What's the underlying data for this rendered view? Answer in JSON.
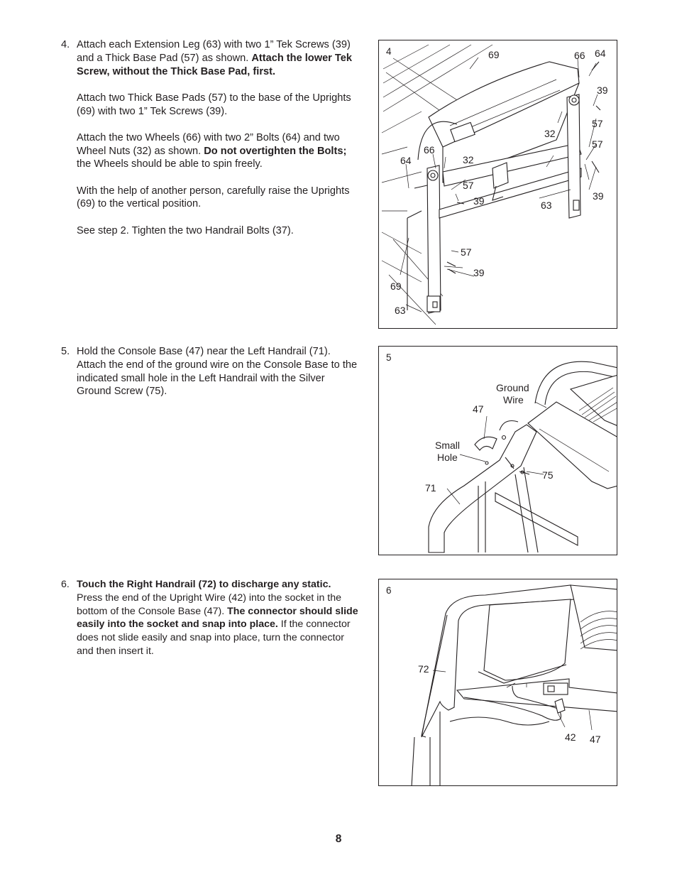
{
  "steps": [
    {
      "number": "4.",
      "paragraphs": [
        [
          {
            "text": "Attach each Extension Leg (63) with two 1” Tek Screws (39) and a Thick Base Pad (57) as shown. ",
            "bold": false
          },
          {
            "text": "Attach the lower Tek Screw, without the Thick Base Pad, first.",
            "bold": true
          }
        ],
        [
          {
            "text": "Attach two Thick Base Pads (57) to the base of the Uprights (69) with two 1” Tek Screws (39).",
            "bold": false
          }
        ],
        [
          {
            "text": "Attach the two Wheels (66) with two 2” Bolts (64) and two Wheel Nuts (32) as shown. ",
            "bold": false
          },
          {
            "text": "Do not overtighten the Bolts;",
            "bold": true
          },
          {
            "text": " the Wheels should be able to spin freely.",
            "bold": false
          }
        ],
        [
          {
            "text": "With the help of another person, carefully raise the Uprights (69) to the vertical position.",
            "bold": false
          }
        ],
        [
          {
            "text": "See step 2. Tighten the two Handrail Bolts (37).",
            "bold": false
          }
        ]
      ]
    },
    {
      "number": "5.",
      "paragraphs": [
        [
          {
            "text": "Hold the Console Base (47) near the Left Handrail (71). Attach the end of the ground wire on the Console Base to the indicated small hole in the Left Handrail with the Silver Ground Screw (75).",
            "bold": false
          }
        ]
      ]
    },
    {
      "number": "6.",
      "paragraphs": [
        [
          {
            "text": "Touch the Right Handrail (72) to discharge any static.",
            "bold": true
          },
          {
            "text": " Press the end of the Upright Wire (42) into the socket in the bottom of the Console Base (47). ",
            "bold": false
          },
          {
            "text": "The connector should slide easily into the socket and snap into place.",
            "bold": true
          },
          {
            "text": " If the connector does not slide easily and snap into place, turn the connector and then insert it.",
            "bold": false
          }
        ]
      ]
    }
  ],
  "figures": [
    {
      "number": "4",
      "callouts": [
        "69",
        "66",
        "64",
        "39",
        "57",
        "32",
        "57",
        "66",
        "32",
        "64",
        "57",
        "39",
        "63",
        "39",
        "57",
        "39",
        "69",
        "63"
      ]
    },
    {
      "number": "5",
      "callouts": [
        "Ground",
        "Wire",
        "47",
        "Small",
        "Hole",
        "75",
        "71"
      ]
    },
    {
      "number": "6",
      "callouts": [
        "72",
        "42",
        "47"
      ]
    }
  ],
  "page_number": "8"
}
